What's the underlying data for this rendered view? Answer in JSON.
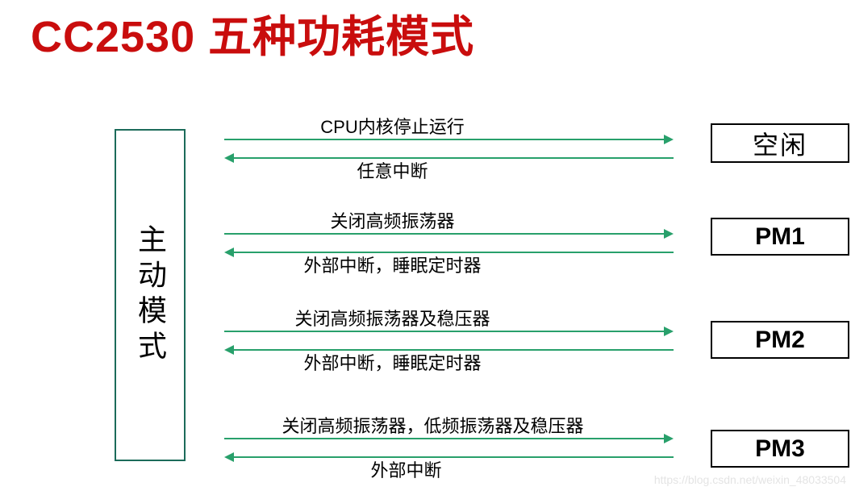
{
  "title": "CC2530 五种功耗模式",
  "active_mode": {
    "label": "主动模式"
  },
  "transitions": [
    {
      "forward_label": "CPU内核停止运行",
      "back_label": "任意中断",
      "target": "空闲"
    },
    {
      "forward_label": "关闭高频振荡器",
      "back_label": "外部中断，睡眠定时器",
      "target": "PM1"
    },
    {
      "forward_label": "关闭高频振荡器及稳压器",
      "back_label": "外部中断，睡眠定时器",
      "target": "PM2"
    },
    {
      "forward_label": "关闭高频振荡器，低频振荡器及稳压器",
      "back_label": "外部中断",
      "target": "PM3"
    }
  ],
  "modes": [
    {
      "label": "空闲"
    },
    {
      "label": "PM1"
    },
    {
      "label": "PM2"
    },
    {
      "label": "PM3"
    }
  ],
  "watermark": "https://blog.csdn.net/weixin_48033504",
  "colors": {
    "title_red": "#c90d0d",
    "arrow_green": "#28a06b",
    "active_box_border_teal": "#1c6b5a",
    "mode_box_border": "#000000"
  }
}
